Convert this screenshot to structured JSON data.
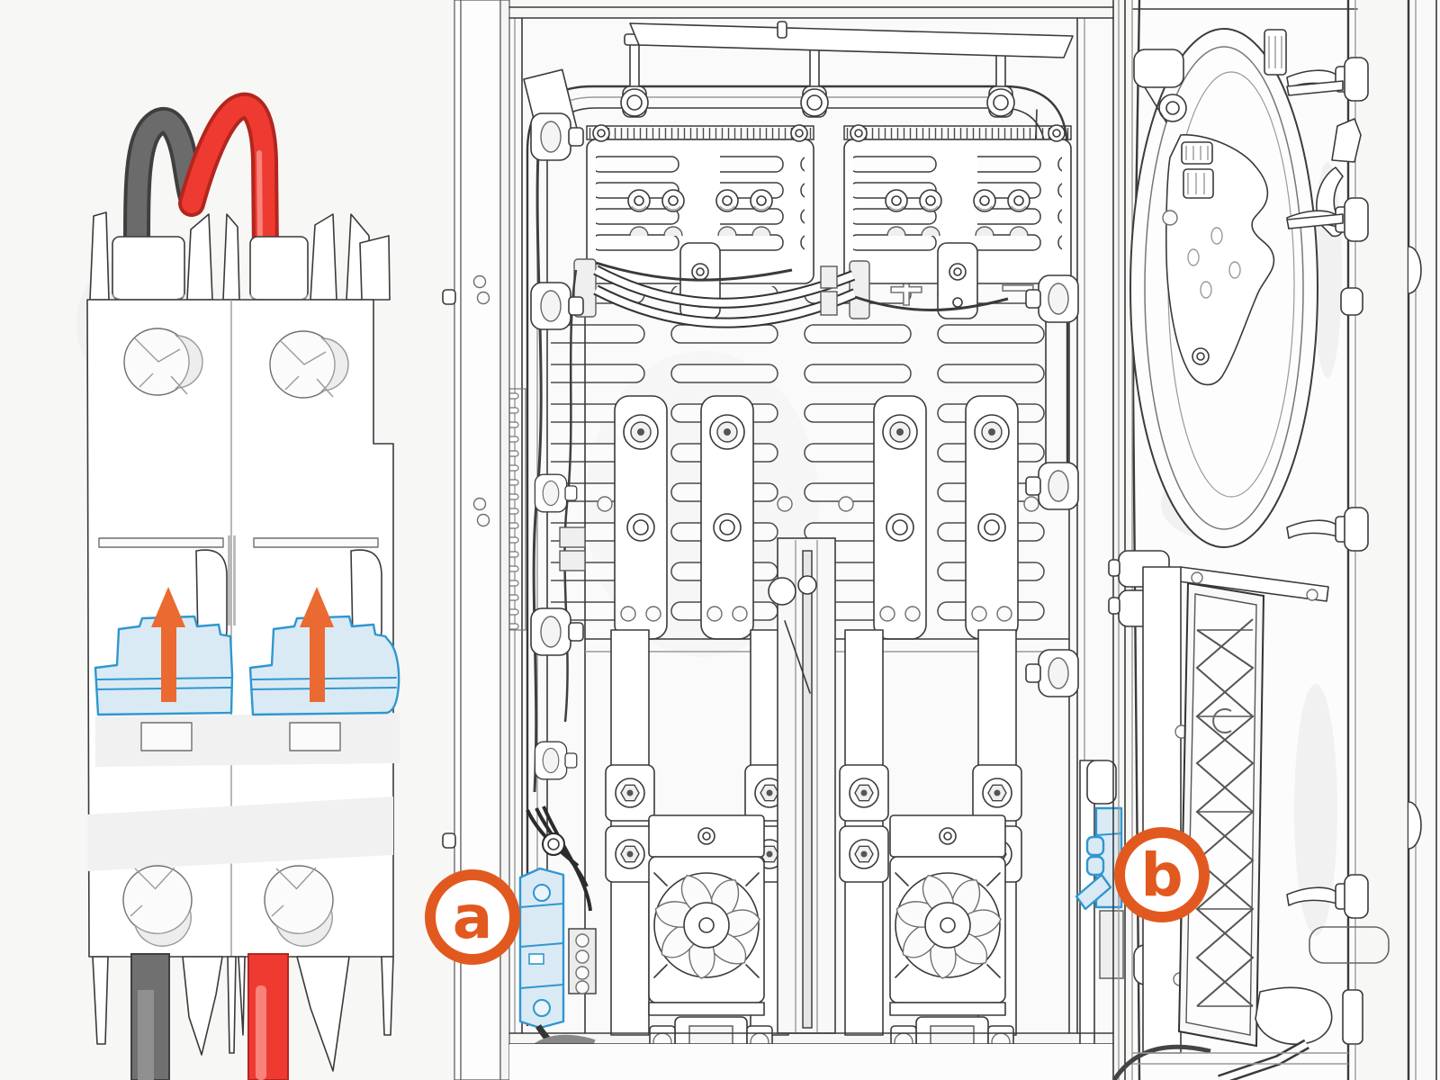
{
  "figure": {
    "type": "equipment-installation-illustration",
    "background": "#f7f7f6",
    "line_color": "#3a3a3a",
    "accent_orange": "#e2591f",
    "arrow_orange": "#ea6a31",
    "highlight_blue_fill": "#daeaf5",
    "highlight_blue_stroke": "#2f97cf",
    "wire_red": "#ee3a31",
    "wire_black": "#5f5f5f"
  },
  "callouts": [
    {
      "id": "a",
      "label": "a"
    },
    {
      "id": "b",
      "label": "b"
    }
  ],
  "markings": {
    "plus": "+",
    "minus": "−"
  },
  "icons": [
    {
      "name": "up-arrow",
      "count": 2
    },
    {
      "name": "breaker-toggle-highlight",
      "count": 2
    }
  ]
}
